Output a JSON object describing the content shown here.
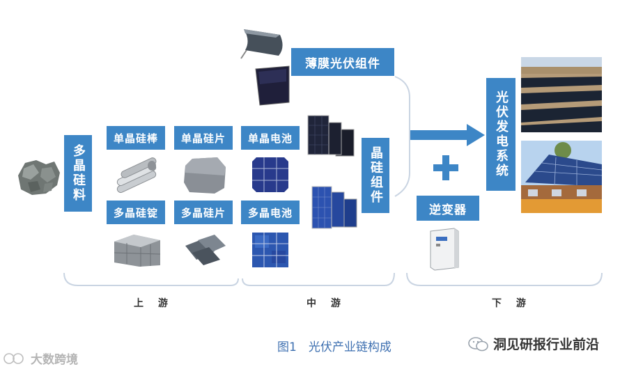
{
  "upstream": {
    "polysilicon": "多晶硅料",
    "mono_rod": "单晶硅棒",
    "mono_wafer": "单晶硅片",
    "poly_ingot": "多晶硅锭",
    "poly_wafer": "多晶硅片"
  },
  "midstream": {
    "mono_cell": "单晶电池",
    "poly_cell": "多晶电池",
    "crystal_module": "晶硅组件",
    "thin_film_module": "薄膜光伏组件"
  },
  "downstream": {
    "inverter": "逆变器",
    "pv_system": "光伏发电系统",
    "plus_sign": "+"
  },
  "stages": {
    "upstream": "上 游",
    "midstream": "中 游",
    "downstream": "下 游"
  },
  "caption": "图1　光伏产业链构成",
  "source": "洞见研报行业前沿",
  "watermark": "大数跨境",
  "colors": {
    "box": "#3d86c6",
    "arrow": "#3d86c6",
    "bracket": "#c9d4e2"
  }
}
